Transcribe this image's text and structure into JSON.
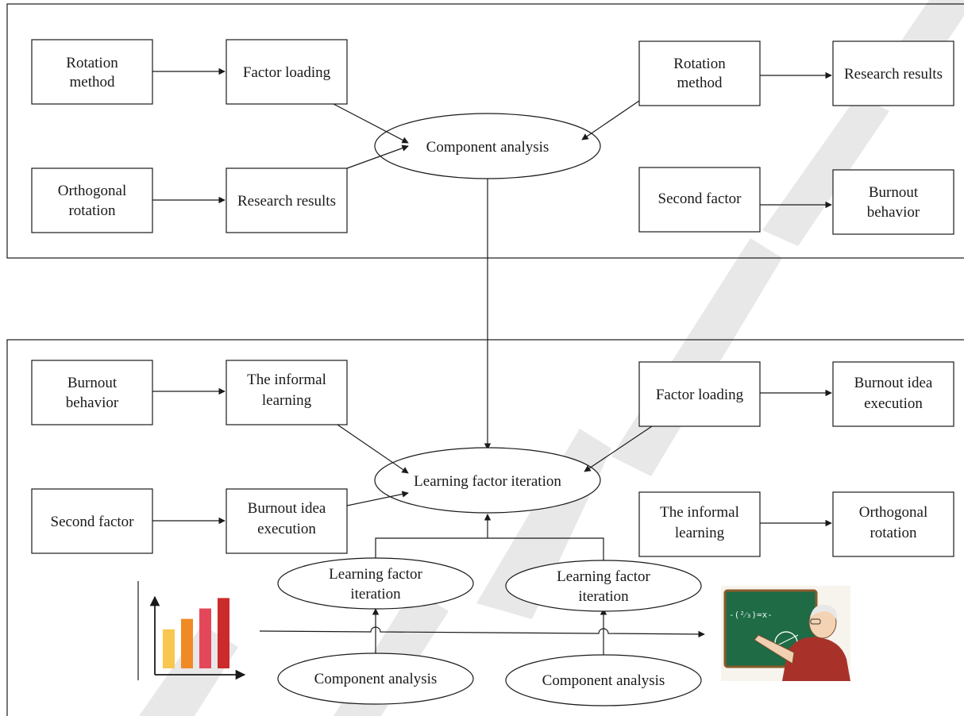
{
  "top_panel": {
    "nodes": {
      "rotation_method_1": [
        "Rotation",
        "method"
      ],
      "factor_loading_1": [
        "Factor loading"
      ],
      "orthogonal_rotation_1": [
        "Orthogonal",
        "rotation"
      ],
      "research_results_1": [
        "Research results"
      ],
      "component_analysis_center": [
        "Component analysis"
      ],
      "rotation_method_2": [
        "Rotation",
        "method"
      ],
      "research_results_2": [
        "Research results"
      ],
      "second_factor_1": [
        "Second factor"
      ],
      "burnout_behavior_1": [
        "Burnout",
        "behavior"
      ]
    }
  },
  "bottom_panel": {
    "nodes": {
      "burnout_behavior_2": [
        "Burnout",
        "behavior"
      ],
      "informal_learning_1": [
        "The informal",
        "learning"
      ],
      "second_factor_2": [
        "Second factor"
      ],
      "burnout_idea_execution_1": [
        "Burnout idea",
        "execution"
      ],
      "learning_factor_iteration_center": [
        "Learning factor iteration"
      ],
      "factor_loading_2": [
        "Factor loading"
      ],
      "burnout_idea_execution_2": [
        "Burnout idea",
        "execution"
      ],
      "informal_learning_2": [
        "The informal",
        "learning"
      ],
      "orthogonal_rotation_2": [
        "Orthogonal",
        "rotation"
      ],
      "learning_factor_iteration_left": [
        "Learning factor",
        "iteration"
      ],
      "learning_factor_iteration_right": [
        "Learning factor",
        "iteration"
      ],
      "component_analysis_left": [
        "Component analysis"
      ],
      "component_analysis_right": [
        "Component analysis"
      ]
    }
  },
  "bar_chart_icon": {
    "bars": [
      {
        "value": 1.5,
        "color": "#f9c74f"
      },
      {
        "value": 1.9,
        "color": "#f08a24"
      },
      {
        "value": 2.3,
        "color": "#e5475a"
      },
      {
        "value": 2.7,
        "color": "#cc2b2b"
      }
    ],
    "max": 3.2
  },
  "watermark": {
    "text": "RETRACTED",
    "color": "#e6e6e6"
  }
}
